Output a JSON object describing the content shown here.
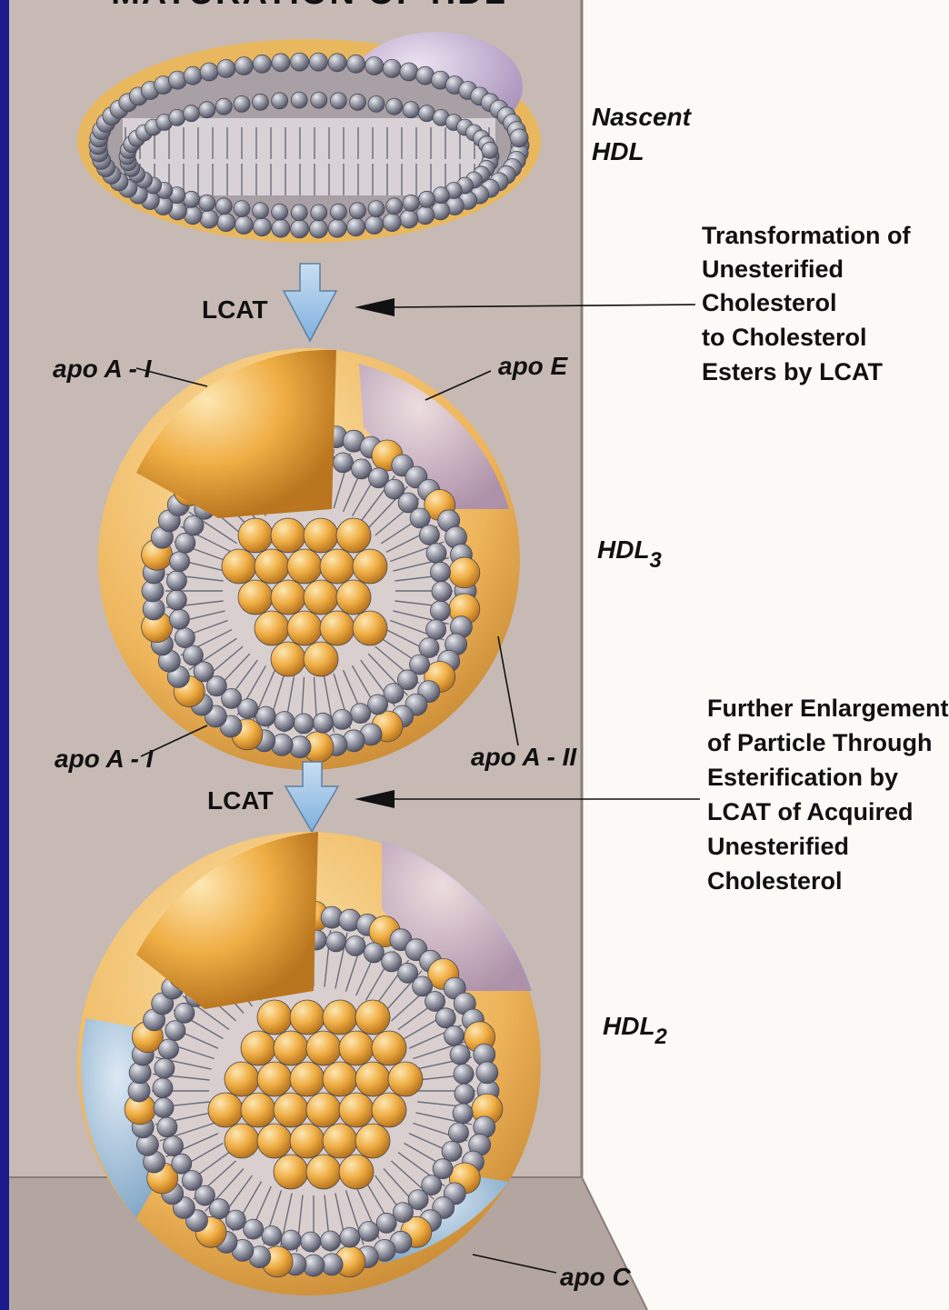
{
  "title": "MATURATION OF HDL",
  "colors": {
    "frame": "#1a1a8c",
    "panel": "#c7bab5",
    "page": "#fbfaf6",
    "core_yellow": "#f0b24a",
    "phospholipid_gray": "#8d8f99",
    "arrow_blue": "#9fc4e6",
    "apo_e_purple": "#b9a3c9",
    "apo_c_blue": "#8fb3cf"
  },
  "particles": {
    "nascent": "Nascent HDL",
    "hdl3": "HDL3",
    "hdl2": "HDL2"
  },
  "labels": {
    "hdl3_main": "HDL",
    "hdl3_sub": "3",
    "hdl2_main": "HDL",
    "hdl2_sub": "2",
    "nascent_line1": "Nascent",
    "nascent_line2": "HDL",
    "lcat_1": "LCAT",
    "lcat_2": "LCAT",
    "apo_ai_top": "apo A - I",
    "apo_e": "apo E",
    "apo_ai_bottom": "apo A - I",
    "apo_aii": "apo A - II",
    "apo_c": "apo C"
  },
  "annotations": {
    "step1": [
      "Transformation of",
      "Unesterified",
      "Cholesterol",
      "to Cholesterol",
      "Esters by LCAT"
    ],
    "step2": [
      "Further Enlargement",
      "of Particle Through",
      "Esterification by",
      "LCAT of Acquired",
      "Unesterified",
      "Cholesterol"
    ]
  }
}
